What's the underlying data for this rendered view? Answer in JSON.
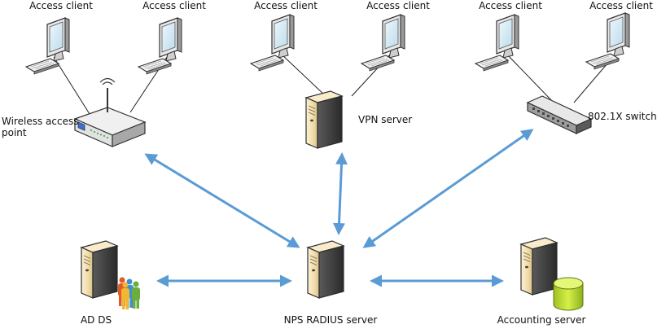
{
  "labels": {
    "client_1": "Access client",
    "client_2": "Access client",
    "client_3": "Access client",
    "client_4": "Access client",
    "client_5": "Access client",
    "client_6": "Access client",
    "wireless_ap": "Wireless access point",
    "vpn_server": "VPN server",
    "switch": "802.1X switch",
    "ad_ds": "AD DS",
    "nps": "NPS RADIUS server",
    "accounting": "Accounting server"
  },
  "colors": {
    "arrow": "#5b9bd5",
    "server_body": "#f3e3b8",
    "server_edge": "#3a3a3a",
    "monitor_screen": "#d9ecf6",
    "db_green": "#c8e63c",
    "users": [
      "#e05a2a",
      "#3d8fd1",
      "#f2b632",
      "#6cae3e"
    ]
  },
  "icons": [
    "monitor-icon",
    "keyboard-icon",
    "wireless-router-icon",
    "server-tower-icon",
    "network-switch-icon",
    "users-group-icon",
    "database-icon"
  ]
}
